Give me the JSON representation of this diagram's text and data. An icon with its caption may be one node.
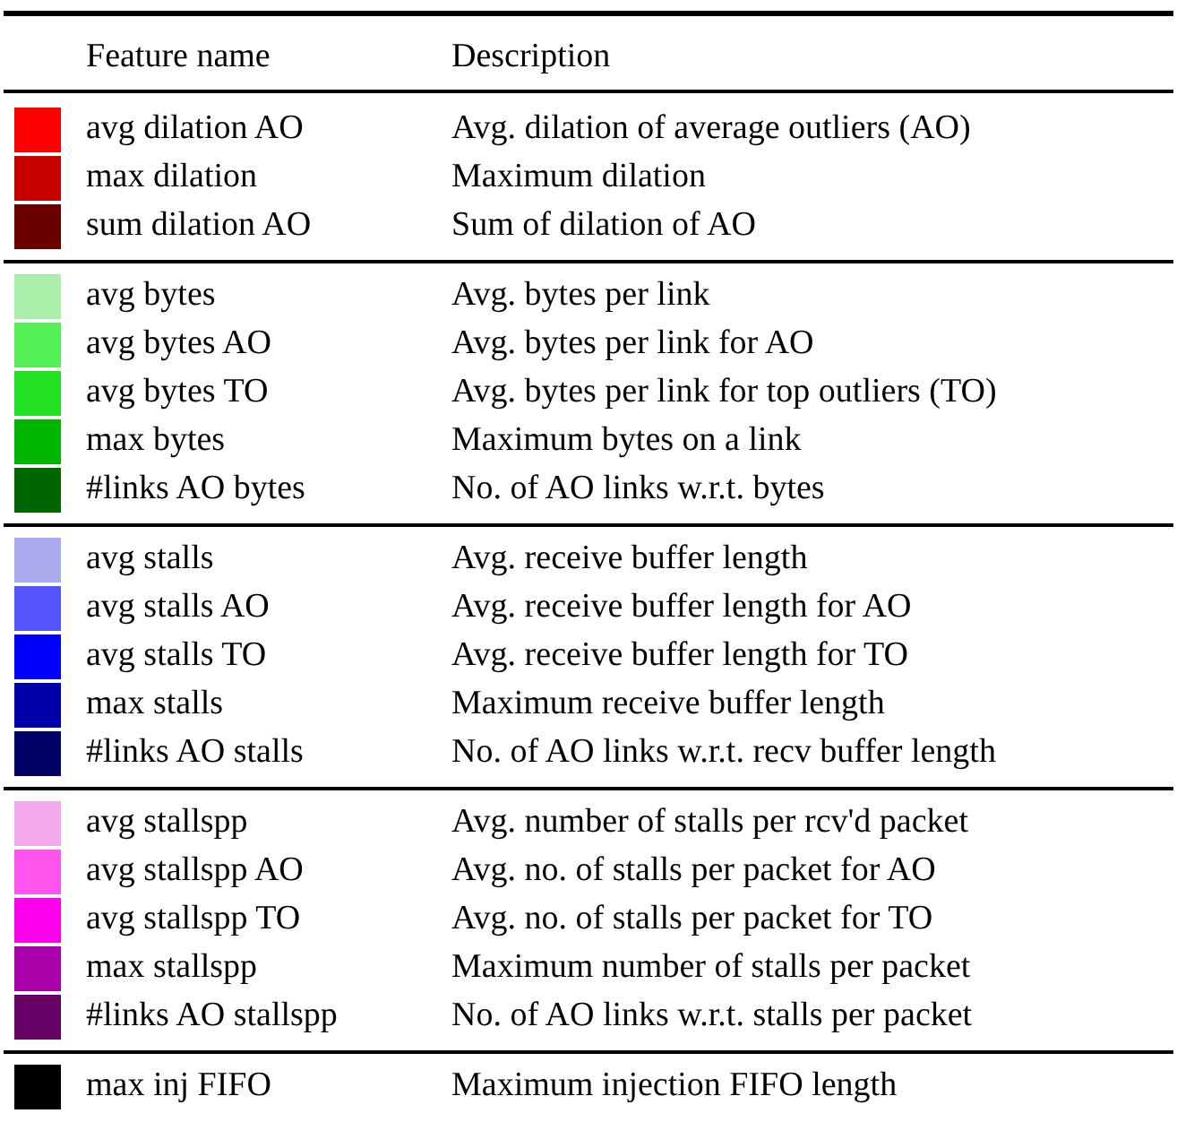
{
  "diagram": {
    "labels": [
      "Feature name",
      "Description",
      "Avg. dilation of average outliers (AO)",
      "Maximum dilation",
      "Sum of dilation of AO",
      "Avg. bytes per link",
      "Avg. bytes per link for AO",
      "Avg. bytes per link for top outliers (TO)",
      "Maximum bytes on a link",
      "No. of AO links w.r.t. bytes",
      "Avg. receive buffer length",
      "Avg. receive buffer length for AO",
      "Avg. receive buffer length for TO",
      "Maximum receive buffer length",
      "No. of AO links w.r.t. recv buffer length",
      "Avg. number of stalls per rcv'd packet",
      "Avg. no. of stalls per packet for AO",
      "Avg. no. of stalls per packet for TO",
      "Maximum number of stalls per packet",
      "No. of AO links w.r.t. stalls per packet",
      "Maximum injection FIFO length"
    ],
    "legend": [
      {
        "text": "avg dilation AO",
        "color": "#ff0000"
      },
      {
        "text": "max dilation",
        "color": "#c80000"
      },
      {
        "text": "sum dilation AO",
        "color": "#6a0000"
      },
      {
        "text": "avg bytes",
        "color": "#aaf0aa"
      },
      {
        "text": "avg bytes AO",
        "color": "#55f055"
      },
      {
        "text": "avg bytes TO",
        "color": "#22e022"
      },
      {
        "text": "max bytes",
        "color": "#00b400"
      },
      {
        "text": "#links AO bytes",
        "color": "#006600"
      },
      {
        "text": "avg stalls",
        "color": "#aaaaf0"
      },
      {
        "text": "avg stalls AO",
        "color": "#5555ff"
      },
      {
        "text": "avg stalls TO",
        "color": "#0000ff"
      },
      {
        "text": "max stalls",
        "color": "#0000aa"
      },
      {
        "text": "#links AO stalls",
        "color": "#000066"
      },
      {
        "text": "avg stallspp",
        "color": "#f5aaf0"
      },
      {
        "text": "avg stallspp AO",
        "color": "#ff55ee"
      },
      {
        "text": "avg stallspp TO",
        "color": "#ff00ee"
      },
      {
        "text": "max stallspp",
        "color": "#aa00aa"
      },
      {
        "text": "#links AO stallspp",
        "color": "#660066"
      },
      {
        "text": "max inj FIFO",
        "color": "#000000"
      }
    ]
  }
}
